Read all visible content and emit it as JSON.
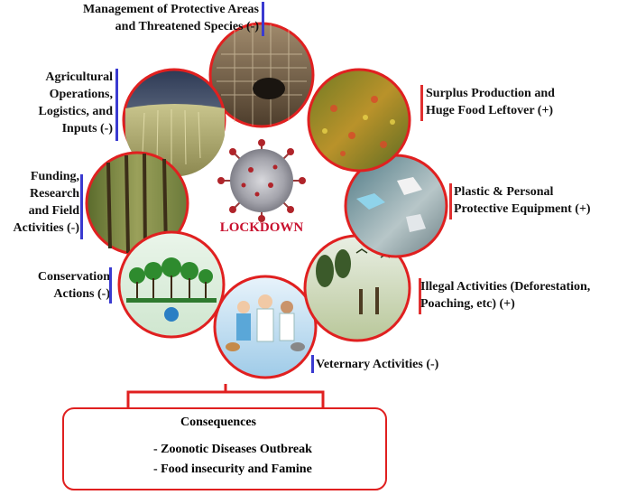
{
  "center": {
    "label": "LOCKDOWN"
  },
  "labels": {
    "protective_areas": [
      "Management of Protective Areas",
      "and Threatened  Species (-)"
    ],
    "agricultural": [
      "Agricultural",
      "Operations,",
      "Logistics, and",
      "Inputs (-)"
    ],
    "funding": [
      "Funding,",
      "Research",
      "and Field",
      "Activities (-)"
    ],
    "conservation": [
      "Conservation",
      "Actions  (-)"
    ],
    "veterinary": "Veternary Activities (-)",
    "illegal": [
      "Illegal Activities (Deforestation,",
      "Poaching, etc) (+)"
    ],
    "plastic": [
      "Plastic & Personal",
      "Protective Equipment (+)"
    ],
    "surplus": [
      "Surplus Production and",
      "Huge Food Leftover (+)"
    ]
  },
  "consequences": {
    "title": "Consequences",
    "items": [
      "-  Zoonotic Diseases Outbreak",
      "-  Food insecurity and Famine"
    ]
  },
  "colors": {
    "ring": "#e02020",
    "negative_bar": "#3a3ad0",
    "positive_bar": "#e03030",
    "lockdown_text": "#c8102e"
  }
}
